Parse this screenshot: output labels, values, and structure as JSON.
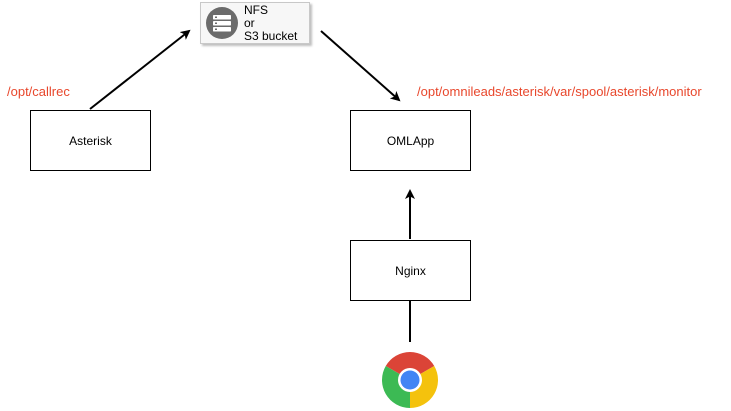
{
  "nodes": {
    "asterisk": "Asterisk",
    "omlapp": "OMLApp",
    "nginx": "Nginx"
  },
  "storage": {
    "line1": "NFS",
    "line2": "or",
    "line3": "S3 bucket",
    "icon": "server-icon"
  },
  "paths": {
    "asterisk_path": "/opt/callrec",
    "omlapp_path": "/opt/omnileads/asterisk/var/spool/asterisk/monitor"
  },
  "browser": {
    "icon": "chrome-browser-icon"
  },
  "colors": {
    "path_label": "#e8472c",
    "line": "#000000",
    "chrome_red": "#db4437",
    "chrome_yellow": "#f4c20d",
    "chrome_green": "#3cba54",
    "chrome_blue": "#4285f4"
  }
}
